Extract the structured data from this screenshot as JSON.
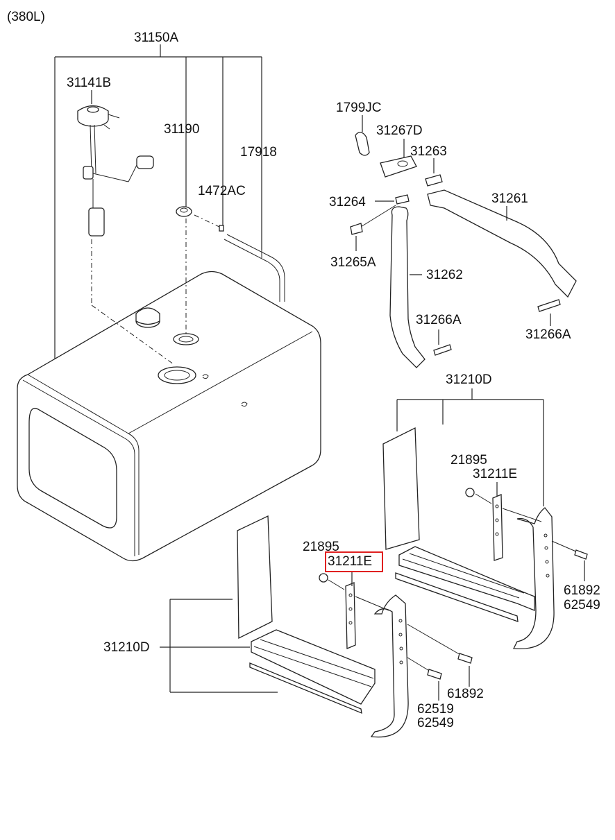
{
  "diagram": {
    "capacity_note": "(380L)",
    "labels": {
      "assy_31150A": "31150A",
      "p31141B": "31141B",
      "p31190": "31190",
      "p17918": "17918",
      "p1472AC": "1472AC",
      "p1799JC": "1799JC",
      "p31267D": "31267D",
      "p31263": "31263",
      "p31264": "31264",
      "p31261": "31261",
      "p31265A": "31265A",
      "p31262": "31262",
      "p31266A_left": "31266A",
      "p31266A_right": "31266A",
      "p31210D_upper": "31210D",
      "p21895_upper": "21895",
      "p31211E_upper": "31211E",
      "p61892_upper": "61892",
      "p62549_upper": "62549",
      "p21895_lower": "21895",
      "p31211E_lower_highlighted": "31211E",
      "p31210D_lower": "31210D",
      "p61892_lower": "61892",
      "p62519": "62519",
      "p62549_lower": "62549"
    },
    "highlight_color": "#e02020"
  }
}
